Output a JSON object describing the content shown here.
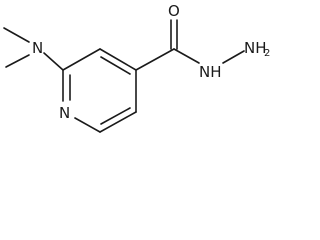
{
  "molecule": {
    "atoms": {
      "dimethylamino_n": "N",
      "ring_n": "N",
      "carbonyl_o": "O",
      "hydrazide_nh": "NH",
      "terminal_nh2": "NH",
      "terminal_nh2_subscript": "2"
    }
  }
}
